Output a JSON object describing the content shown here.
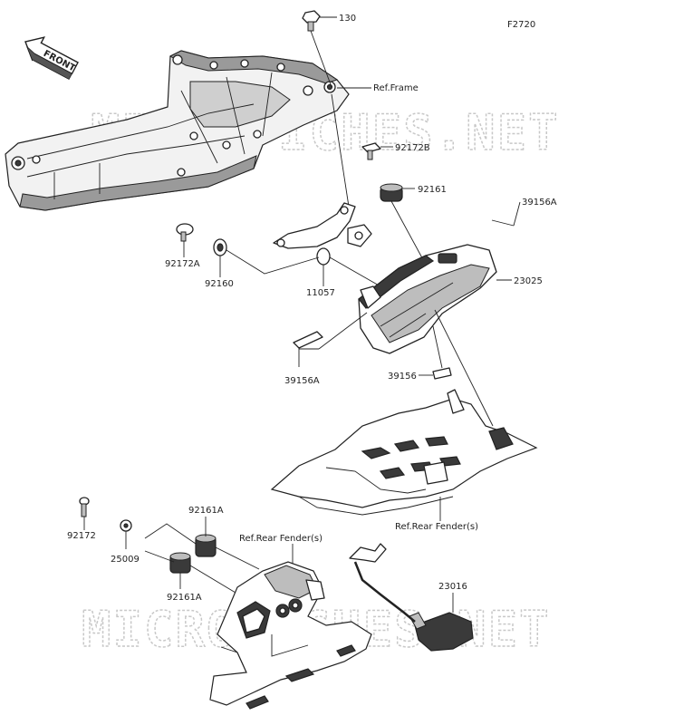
{
  "diagram_code": "F2720",
  "front_label": "FRONT",
  "watermark": "MICROFICHES.NET",
  "labels": {
    "p130": "130",
    "ref_frame": "Ref.Frame",
    "p92172b": "92172B",
    "p92161": "92161",
    "p39156a_top": "39156A",
    "p92172a": "92172A",
    "p92160": "92160",
    "p11057": "11057",
    "p23025": "23025",
    "p39156a_bot": "39156A",
    "p39156": "39156",
    "ref_rear_fender_right": "Ref.Rear Fender(s)",
    "p92161a_top": "92161A",
    "p92172": "92172",
    "p25009": "25009",
    "ref_rear_fender_left": "Ref.Rear Fender(s)",
    "p92161a_bot": "92161A",
    "p23016": "23016"
  }
}
